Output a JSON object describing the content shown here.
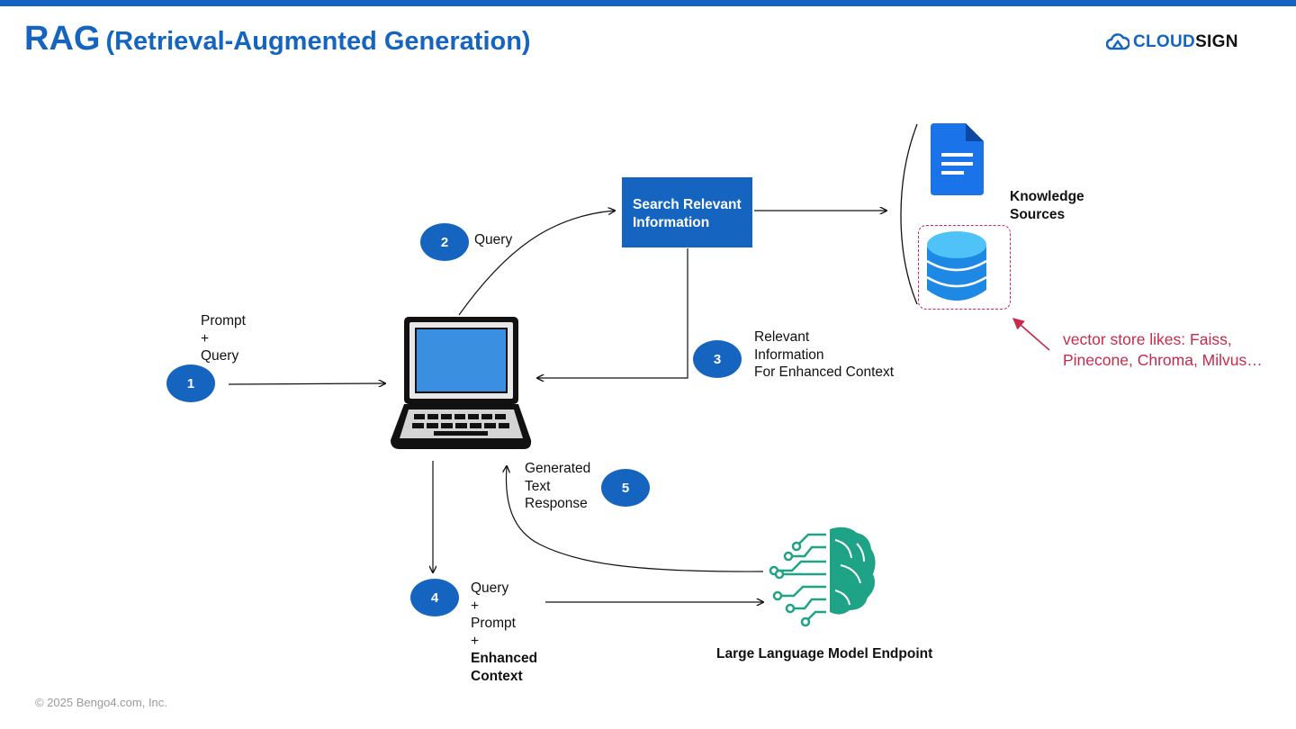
{
  "slide": {
    "title_main": "RAG",
    "title_sub": "(Retrieval-Augmented Generation)",
    "footer": "© 2025 Bengo4.com, Inc."
  },
  "logo": {
    "text_a": "CLOUD",
    "text_b": "SIGN"
  },
  "colors": {
    "brand_blue": "#1565c0",
    "annotation_red": "#c82a4b",
    "llm_green": "#1fa386",
    "db_cyan": "#4fc3f7"
  },
  "diagram": {
    "search_box": "Search Relevant\nInformation",
    "knowledge_sources": "Knowledge\nSources",
    "llm_label": "Large Language Model Endpoint",
    "annotation": "vector store likes: Faiss,\nPinecone, Chroma, Milvus…",
    "steps": [
      {
        "number": "1",
        "label": "Prompt\n+\nQuery"
      },
      {
        "number": "2",
        "label": "Query"
      },
      {
        "number": "3",
        "label": "Relevant\nInformation\nFor Enhanced Context"
      },
      {
        "number": "4",
        "label": "Query\n+\nPrompt\n+",
        "label_bold": "Enhanced\nContext"
      },
      {
        "number": "5",
        "label": "Generated\nText\nResponse"
      }
    ],
    "icons": [
      "laptop-icon",
      "document-icon",
      "database-icon",
      "brain-circuit-icon",
      "cloudsign-logo-icon"
    ]
  }
}
